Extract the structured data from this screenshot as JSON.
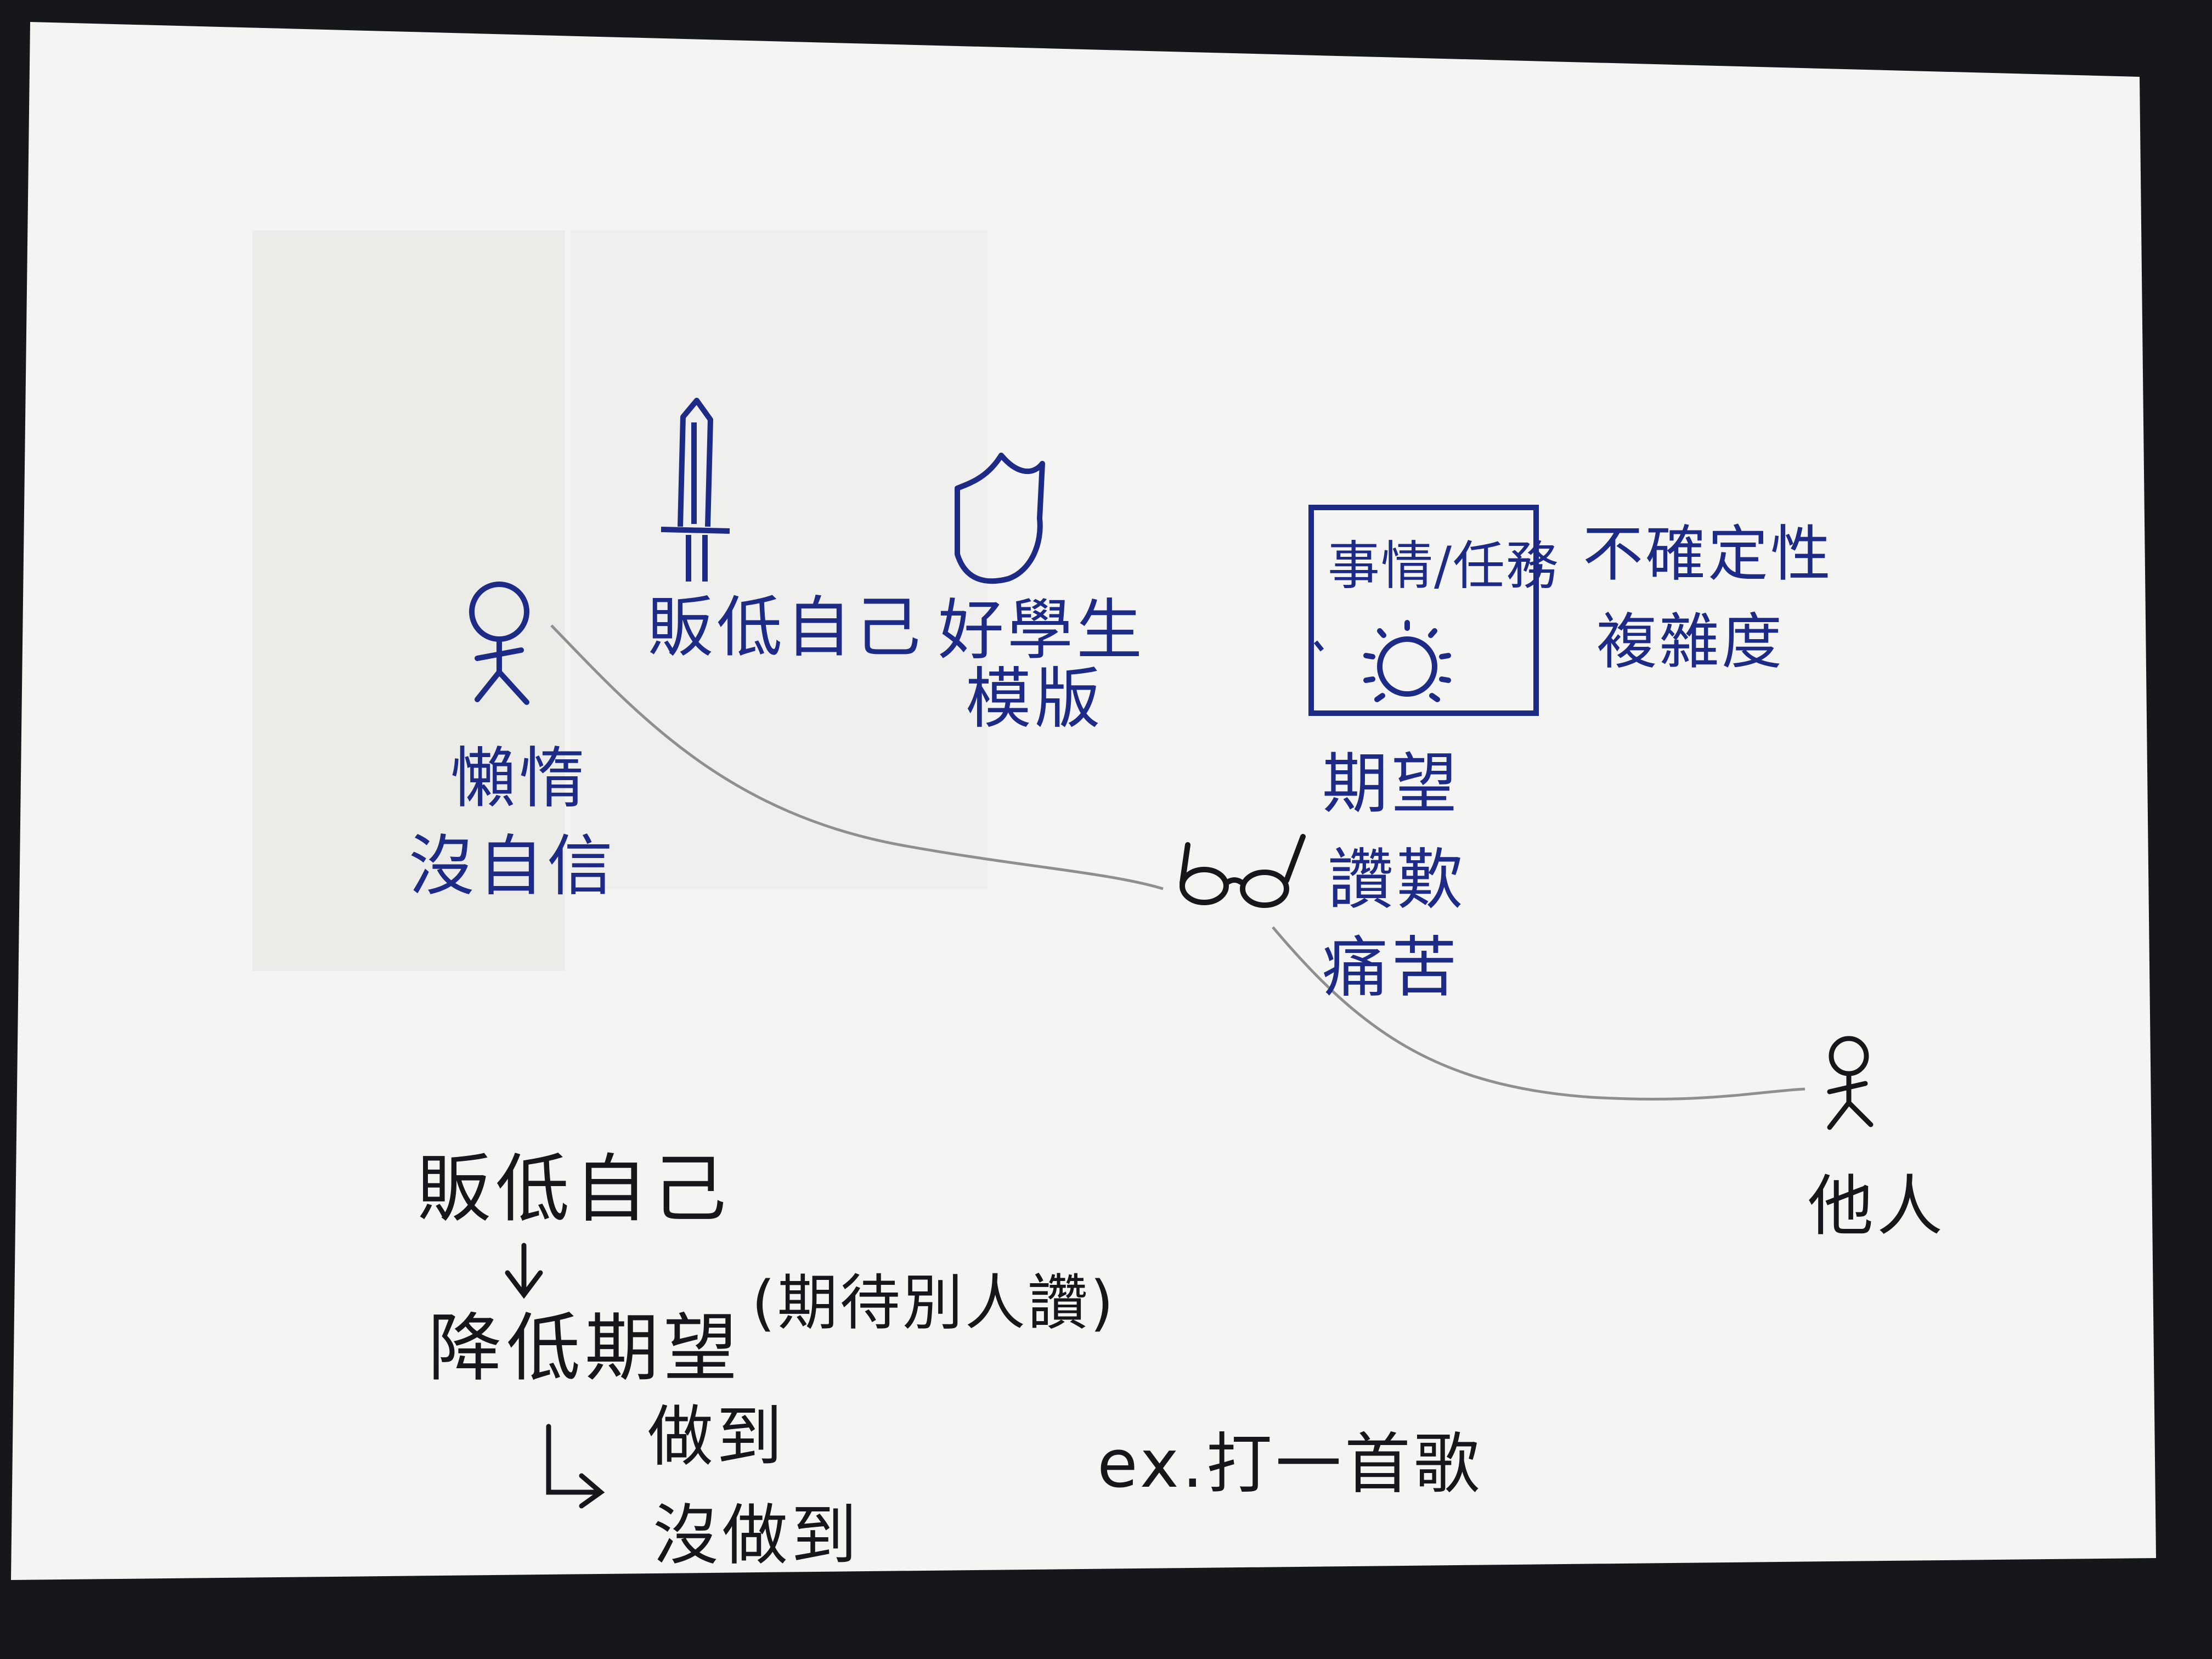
{
  "colors": {
    "blue_ink": "#1d2a86",
    "black_ink": "#17171b",
    "pencil": "#8f8f8f",
    "paper": "#f4f4f2",
    "background": "#16171a"
  },
  "icons": [
    "stick-figure-self",
    "sword-icon",
    "shield-icon",
    "task-box",
    "sun-icon",
    "glasses-icon",
    "stick-figure-others",
    "down-arrow-icon",
    "corner-arrow-icon"
  ],
  "top_row": {
    "self_label_1": "懶惰",
    "self_label_2": "沒自信",
    "sword_label": "販低自己",
    "shield_label_1": "好學生",
    "shield_label_2": "模版",
    "box_label": "事情/任務",
    "uncertainty": "不確定性",
    "complexity": "複雜度"
  },
  "middle": {
    "expect": "期望",
    "praise": "讚歎",
    "pain": "痛苦",
    "others": "他人"
  },
  "bottom": {
    "line1": "販低自己",
    "line2": "降低期望",
    "line2_note": "(期待別人讚)",
    "done": "做到",
    "not_done": "沒做到",
    "example": "ex.打一首歌"
  }
}
